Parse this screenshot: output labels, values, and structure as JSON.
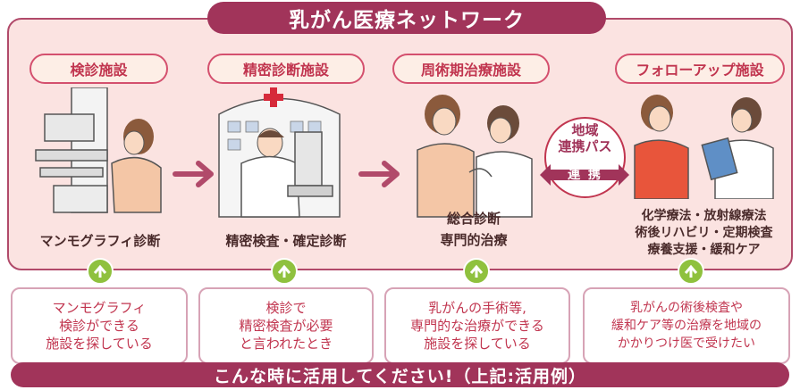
{
  "title": "乳がん医療ネットワーク",
  "stages": [
    {
      "label": "検診施設",
      "caption": "マンモグラフィ診断"
    },
    {
      "label": "精密診断施設",
      "caption": "精密検査・確定診断"
    },
    {
      "label": "周術期治療施設",
      "caption": "総合診断\n専門的治療"
    },
    {
      "label": "フォローアップ施設",
      "caption": "化学療法・放射線療法\n術後リハビリ・定期検査\n療養支援・緩和ケア"
    }
  ],
  "pass": {
    "text": "地域\n連携パス",
    "band": "連 携"
  },
  "use_cases": [
    "マンモグラフィ\n検診ができる\n施設を探している",
    "検診で\n精密検査が必要\nと言われたとき",
    "乳がんの手術等,\n専門的な治療ができる\n施設を探している",
    "乳がんの術後検査や\n緩和ケア等の治療を地域の\nかかりつけ医で受けたい"
  ],
  "footer": "こんな時に活用してください!（上記:活用例）",
  "colors": {
    "accent": "#a1345a",
    "panel": "#fbe3e1",
    "label_text": "#c1354f",
    "arrow": "#b14a6a",
    "up_arrow": "#8fc13e"
  }
}
